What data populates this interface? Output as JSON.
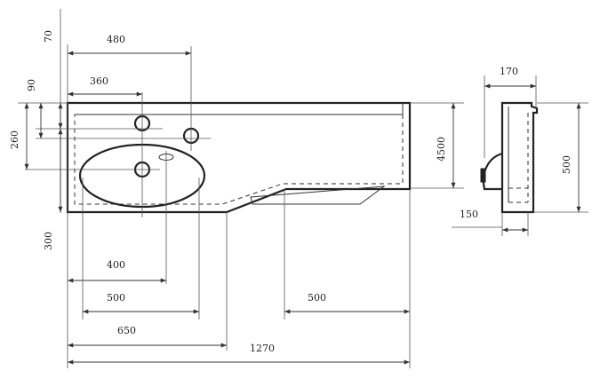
{
  "colors": {
    "ink": "#222222",
    "background": "#ffffff"
  },
  "dimensions": {
    "d480": "480",
    "d360": "360",
    "d70": "70",
    "d90": "90",
    "d260": "260",
    "d300": "300",
    "d4500": "4500",
    "d400": "400",
    "d500_left": "500",
    "d650": "650",
    "d500_right": "500",
    "d1270": "1270",
    "d170": "170",
    "d500_side": "500",
    "d150": "150"
  }
}
